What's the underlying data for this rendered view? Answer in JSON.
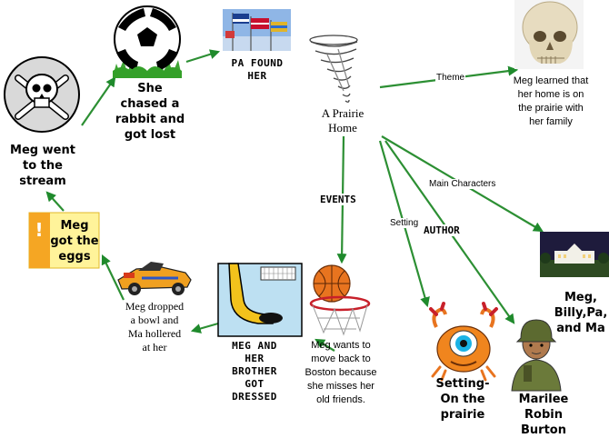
{
  "nodes": {
    "center": "A Prairie\nHome",
    "theme_text": "Meg learned that\nher home is on\nthe prairie with\nher family",
    "characters": "Meg,\nBilly,Pa,\nand Ma",
    "author": "Marilee\nRobin\nBurton",
    "setting": "Setting-\nOn the\nprairie",
    "event1": "Meg wants to\nmove back to\nBoston because\nshe misses her\nold friends.",
    "event2": "MEG AND\nHER\nBROTHER\nGOT\nDRESSED",
    "event3": "Meg dropped\na bowl and\nMa hollered\nat her",
    "event4": "Meg\ngot the\neggs",
    "event5": "Meg went\nto the\nstream",
    "event6": "She\nchased a\nrabbit and\ngot lost",
    "event7": "PA FOUND\nHER"
  },
  "edges": {
    "theme": "Theme",
    "events": "EVENTS",
    "main_characters": "Main Characters",
    "setting": "Setting",
    "author": "AUTHOR"
  }
}
